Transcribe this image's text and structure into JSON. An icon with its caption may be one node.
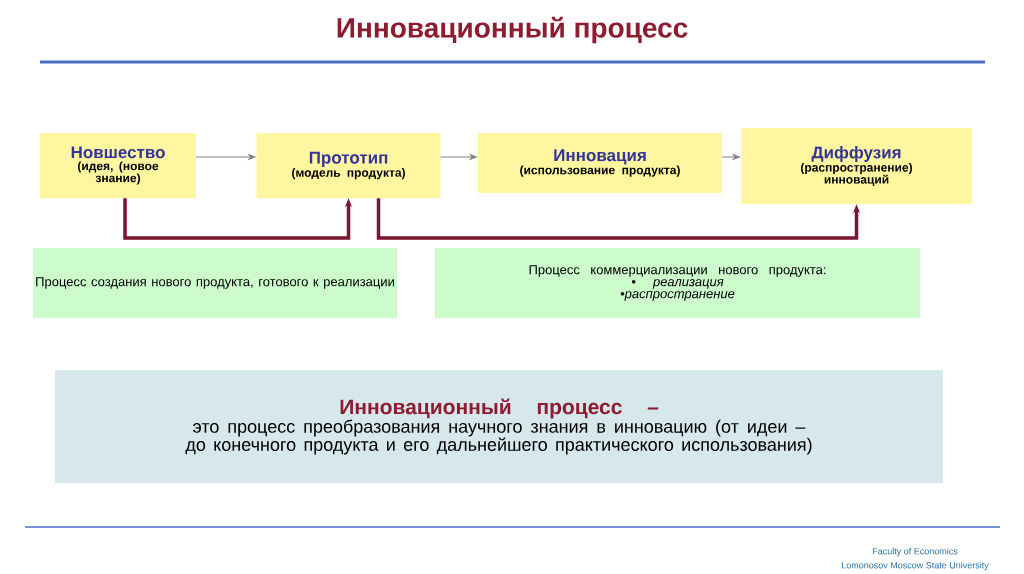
{
  "diagram": {
    "title": "Инновационный процесс",
    "nodes": [
      {
        "text": [
          "Новшество",
          "(идея, (новое знание)"
        ]
      },
      {
        "text": [
          "Прототип",
          "(модель продукта)"
        ]
      },
      {
        "text": [
          "Инновация",
          "(использование продукта)"
        ]
      },
      {
        "text": [
          "Диффузия",
          "(распространение) инноваций"
        ]
      },
      {
        "text": [
          "Процесс создания нового продукта, готового к реализации"
        ]
      },
      {
        "text": [
          "Процесс коммерциализации нового продукта:",
          "• реализация",
          "•распространение"
        ]
      },
      {
        "text": [
          "Инновационный процесс –",
          "это процесс преобразования научного знания в инновацию (от идеи – до конечного продукта и его дальнейшего практического использования)"
        ]
      }
    ],
    "edges": [
      {
        "from": 0,
        "to": 1,
        "arrow": "to"
      },
      {
        "from": 1,
        "to": 2,
        "arrow": "to"
      },
      {
        "from": 2,
        "to": 3,
        "arrow": "to"
      },
      {
        "from": 0,
        "to": 1,
        "arrow": "to",
        "style": "thick",
        "color": "#7b1530"
      },
      {
        "from": 1,
        "to": 3,
        "arrow": "to",
        "style": "thick",
        "color": "#7b1530"
      }
    ],
    "labels": [
      "Faculty of Economics",
      "Lomonosov Moscow State University"
    ]
  }
}
